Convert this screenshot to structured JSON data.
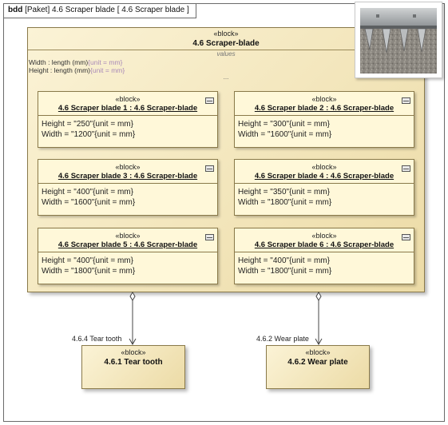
{
  "diagram": {
    "kind": "bdd",
    "frame_title": "[Paket] 4.6 Scraper blade [ 4.6 Scraper blade ]"
  },
  "main_block": {
    "stereotype": "«block»",
    "name": "4.6 Scraper-blade",
    "compartment_title": "values",
    "values": [
      {
        "text": "Width : length (mm)",
        "unit": "{unit = mm}"
      },
      {
        "text": "Height : length (mm)",
        "unit": "{unit = mm}"
      }
    ],
    "ellipsis": "..."
  },
  "parts": [
    {
      "stereotype": "«block»",
      "name": "4.6 Scraper blade 1 : 4.6 Scraper-blade",
      "line1": "Height = \"250\"{unit = mm}",
      "line2": "Width = \"1200\"{unit = mm}"
    },
    {
      "stereotype": "«block»",
      "name": "4.6 Scraper blade 2 : 4.6 Scraper-blade",
      "line1": "Height = \"300\"{unit = mm}",
      "line2": "Width = \"1600\"{unit = mm}"
    },
    {
      "stereotype": "«block»",
      "name": "4.6 Scraper blade 3 : 4.6 Scraper-blade",
      "line1": "Height = \"400\"{unit = mm}",
      "line2": "Width = \"1600\"{unit = mm}"
    },
    {
      "stereotype": "«block»",
      "name": "4.6 Scraper blade 4 : 4.6 Scraper-blade",
      "line1": "Height = \"350\"{unit = mm}",
      "line2": "Width = \"1800\"{unit = mm}"
    },
    {
      "stereotype": "«block»",
      "name": "4.6 Scraper blade 5 : 4.6 Scraper-blade",
      "line1": "Height = \"400\"{unit = mm}",
      "line2": "Width = \"1800\"{unit = mm}"
    },
    {
      "stereotype": "«block»",
      "name": "4.6 Scraper blade 6 : 4.6 Scraper-blade",
      "line1": "Height = \"400\"{unit = mm}",
      "line2": "Width = \"1800\"{unit = mm}"
    }
  ],
  "sub_blocks": [
    {
      "stereotype": "«block»",
      "name": "4.6.1 Tear tooth",
      "role": "4.6.4 Tear tooth"
    },
    {
      "stereotype": "«block»",
      "name": "4.6.2 Wear plate",
      "role": "4.6.2 Wear plate"
    }
  ],
  "icons": {
    "part_icon": "block-symbol-icon",
    "photo": "scraper-blade-photo"
  },
  "colors": {
    "block_fill": "#f3e6b8",
    "block_border": "#8a7a4a",
    "unit_text": "#a98ab8"
  }
}
